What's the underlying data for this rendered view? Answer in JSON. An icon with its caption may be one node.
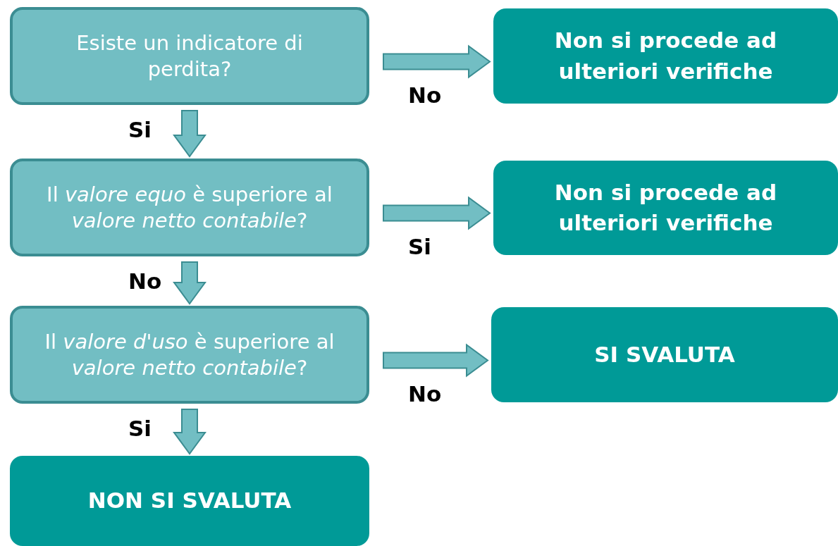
{
  "diagram": {
    "nodes": [
      {
        "text": [
          "Esiste un indicatore di perdita?"
        ]
      },
      {
        "text": [
          "Non si procede ad ulteriori verifiche"
        ]
      },
      {
        "text": [
          "Il *valore equo* è superiore al *valore netto contabile*?"
        ]
      },
      {
        "text": [
          "Non si procede ad ulteriori verifiche"
        ]
      },
      {
        "text": [
          "Il *valore d'uso* è superiore al *valore netto contabile*?"
        ]
      },
      {
        "text": [
          "SI SVALUTA"
        ]
      },
      {
        "text": [
          "NON SI SVALUTA"
        ]
      }
    ],
    "edges": [
      {
        "from": 0,
        "to": 1,
        "arrow": "to",
        "label": "No"
      },
      {
        "from": 0,
        "to": 2,
        "arrow": "to",
        "label": "Si"
      },
      {
        "from": 2,
        "to": 3,
        "arrow": "to",
        "label": "Si"
      },
      {
        "from": 2,
        "to": 4,
        "arrow": "to",
        "label": "No"
      },
      {
        "from": 4,
        "to": 5,
        "arrow": "to",
        "label": "No"
      },
      {
        "from": 4,
        "to": 6,
        "arrow": "to",
        "label": "Si"
      }
    ]
  }
}
